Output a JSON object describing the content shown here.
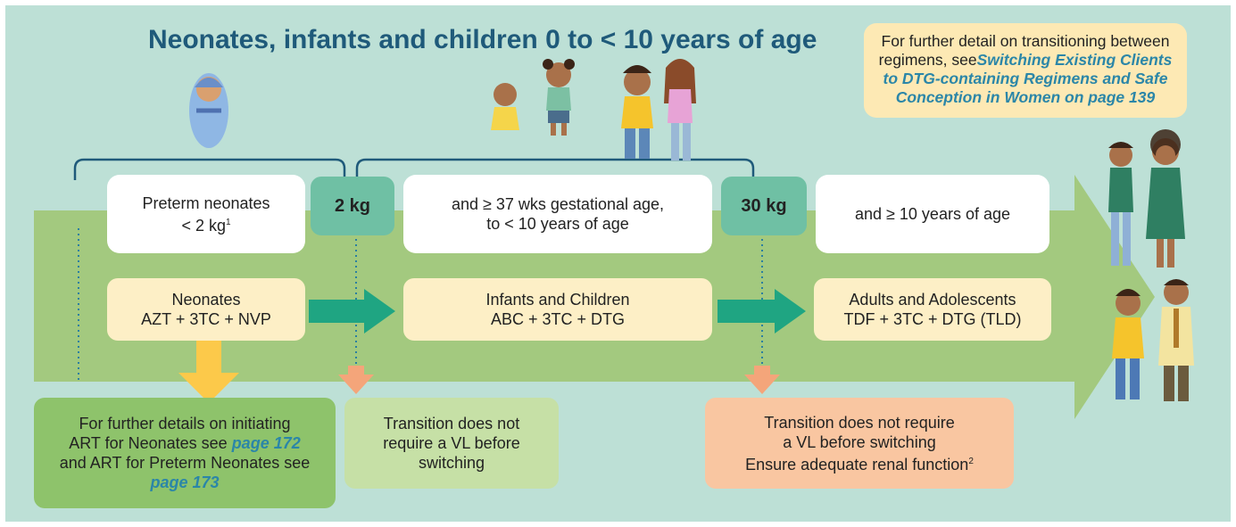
{
  "title": "Neonates, infants and children 0 to < 10 years of age",
  "note": {
    "prefix": "For further detail on transitioning between regimens, see",
    "link": "Switching Existing Clients to DTG-containing Regimens and Safe Conception in Women on page 139"
  },
  "thresholds": {
    "first": "2 kg",
    "second": "30 kg"
  },
  "groups": {
    "preterm": {
      "line1": "Preterm neonates",
      "line2": "< 2 kg",
      "sup": "1"
    },
    "infants": {
      "line1": "and ≥ 37 wks gestational age,",
      "line2": "to < 10 years of age"
    },
    "adults": {
      "line1": "and ≥ 10 years of age"
    }
  },
  "regimens": {
    "neonates": {
      "name": "Neonates",
      "drugs": "AZT + 3TC + NVP"
    },
    "infants": {
      "name": "Infants and Children",
      "drugs": "ABC + 3TC + DTG"
    },
    "adults": {
      "name": "Adults and Adolescents",
      "drugs": "TDF + 3TC + DTG  (TLD)"
    }
  },
  "notes_bottom": {
    "neonates": {
      "t1": "For further details on initiating",
      "t2": "ART for Neonates see ",
      "l1": "page 172",
      "t3": "and ART for Preterm Neonates see",
      "l2": "page 173"
    },
    "transition1": {
      "line1": "Transition does not",
      "line2": "require a VL before",
      "line3": "switching"
    },
    "transition2": {
      "line1": "Transition does not require",
      "line2": "a VL before switching",
      "line3": "Ensure adequate renal function",
      "sup": "2"
    }
  },
  "colors": {
    "background": "#bde0d6",
    "band": "#a3c97f",
    "threshold": "#6fc0a4",
    "regimen": "#fdefc6",
    "arrow_teal": "#1fa582",
    "arrow_yellow": "#fcc94a",
    "arrow_orange": "#f4a57a",
    "bracket": "#1f5a7a"
  },
  "illustrations": [
    "swaddled-baby",
    "toddlers",
    "children",
    "adults"
  ]
}
